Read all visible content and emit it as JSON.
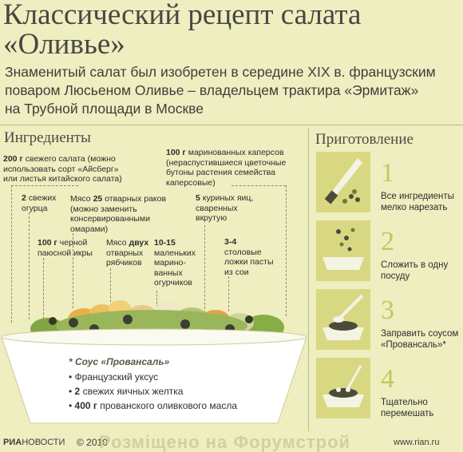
{
  "title": {
    "line1": "Классический рецепт салата",
    "line2": "«Оливье»"
  },
  "subtitle": {
    "line1": "Знаменитый салат был изобретен в середине XIX в. французским",
    "line2": "поваром Люсьеном Оливье – владельцем трактира «Эрмитаж»",
    "line3": "на Трубной площади в Москве"
  },
  "ingredients": {
    "heading": "Ингредиенты",
    "items": [
      {
        "amount": "200 г",
        "text": "свежего салата (можно",
        "text2": "использовать сорт «Айсберг»",
        "text3": "или листья китайского салата)"
      },
      {
        "amount": "2",
        "text": "свежих",
        "text2": "огурца"
      },
      {
        "amount": "100 г",
        "text": "черной",
        "text2": "паюсной икры"
      },
      {
        "pre": "Мясо",
        "amount": "25",
        "text": "отварных раков",
        "text2": "(можно заменить",
        "text3": "консервированными",
        "text4": "омарами)"
      },
      {
        "pre": "Мясо",
        "amount": "двух",
        "text2": "отварных",
        "text3": "рябчиков"
      },
      {
        "amount": "10-15",
        "text2": "маленьких",
        "text3": "марино-",
        "text4": "ванных",
        "text5": "огурчиков"
      },
      {
        "amount": "100 г",
        "text": "маринованных каперсов",
        "text2": "(нераспустившиеся цветочные",
        "text3": "бутоны растения семейства",
        "text4": "каперсовые)"
      },
      {
        "amount": "5",
        "text": "куриных яиц,",
        "text2": "сваренных",
        "text3": "вкрутую"
      },
      {
        "amount": "3-4",
        "text2": "столовые",
        "text3": "ложки пасты",
        "text4": "из сои"
      }
    ]
  },
  "sauce": {
    "title": "Соус «Провансаль»",
    "items": [
      {
        "bullet": "•",
        "text": "Французский уксус"
      },
      {
        "bullet": "•",
        "amount": "2",
        "text": "свежих яичных желтка"
      },
      {
        "bullet": "•",
        "amount": "400 г",
        "text": "прованского оливкового масла"
      }
    ]
  },
  "preparation": {
    "heading": "Приготовление",
    "steps": [
      {
        "num": "1",
        "line1": "Все ингредиенты",
        "line2": "мелко нарезать"
      },
      {
        "num": "2",
        "line1": "Сложить в одну",
        "line2": "посуду"
      },
      {
        "num": "3",
        "line1": "Заправить соусом",
        "line2": "«Провансаль»*"
      },
      {
        "num": "4",
        "line1": "Тщательно",
        "line2": "перемешать"
      }
    ]
  },
  "footer": {
    "ria": "РИА",
    "novosti": "НОВОСТИ",
    "copyright": "© 2010",
    "site": "www.rian.ru",
    "watermark": "Розміщено на Форумстрой"
  },
  "colors": {
    "background": "#eeeec0",
    "icon_tile": "#d9d882",
    "step_number": "#c3c75c",
    "bowl": "#ffffff"
  }
}
